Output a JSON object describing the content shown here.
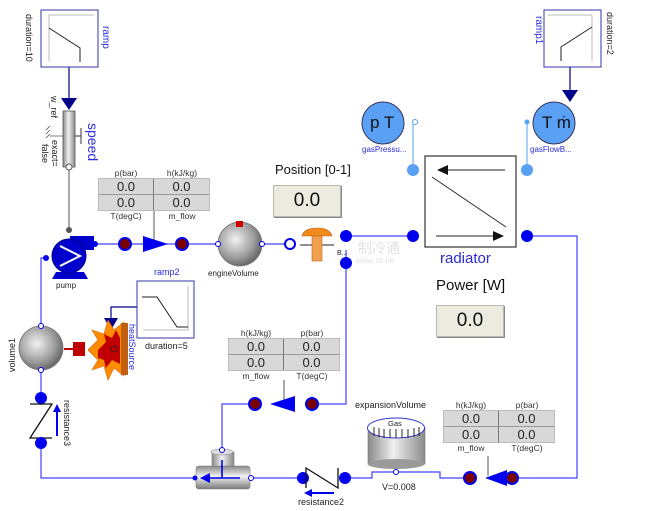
{
  "diagram": {
    "title": "Engine cooling circuit",
    "components": {
      "ramp": {
        "name": "ramp",
        "param": "duration=10"
      },
      "ramp1": {
        "name": "ramp1",
        "param": "duration=2"
      },
      "ramp2": {
        "name": "ramp2",
        "param": "duration=5"
      },
      "speed": {
        "name": "speed",
        "input_label": "w_ref",
        "param": "exact=\nfalse",
        "param_line1": "exact=",
        "param_line2": "false"
      },
      "pump": {
        "name": "pump"
      },
      "engineVolume": {
        "name": "engineVolume"
      },
      "valve": {
        "label": "B..."
      },
      "gasPressure": {
        "name": "gasPressu...",
        "symbol": "p T"
      },
      "gasFlow": {
        "name": "gasFlowB...",
        "symbol": "T ṁ"
      },
      "radiator": {
        "name": "radiator"
      },
      "volume1": {
        "name": "volume1"
      },
      "heatSource": {
        "name": "heatSource"
      },
      "resistance3": {
        "name": "resistance3"
      },
      "resistance2": {
        "name": "resistance2"
      },
      "expansionVolume": {
        "name": "expansionVolume",
        "inner_label": "Gas",
        "param": "V=0.008"
      }
    },
    "displays": {
      "position": {
        "title": "Position [0-1]",
        "value": "0.0"
      },
      "power": {
        "title": "Power [W]",
        "value": "0.0"
      }
    },
    "sensor_tables": [
      {
        "id": "pump-outlet",
        "headers": [
          "p(bar)",
          "h(kJ/kg)"
        ],
        "values": [
          [
            "0.0",
            "0.0"
          ],
          [
            "0.0",
            "0.0"
          ]
        ],
        "footers": [
          "T(degC)",
          "m_flow"
        ]
      },
      {
        "id": "return-mid",
        "headers": [
          "h(kJ/kg)",
          "p(bar)"
        ],
        "values": [
          [
            "0.0",
            "0.0"
          ],
          [
            "0.0",
            "0.0"
          ]
        ],
        "footers": [
          "m_flow",
          "T(degC)"
        ]
      },
      {
        "id": "radiator-return",
        "headers": [
          "h(kJ/kg)",
          "p(bar)"
        ],
        "values": [
          [
            "0.0",
            "0.0"
          ],
          [
            "0.0",
            "0.0"
          ]
        ],
        "footers": [
          "m_flow",
          "T(degC)"
        ]
      }
    ],
    "watermark": {
      "line1": "制冷通",
      "line2": "www.zlt.ne"
    },
    "colors": {
      "pipe": "#3a3aff",
      "port": "#0000ee",
      "port_dark": "#7a0000",
      "signal": "#00008b",
      "boundary": "#5aa0f5",
      "valve": "#f08a1c",
      "flame": "#ff8c00",
      "heat": "#c00000"
    }
  }
}
